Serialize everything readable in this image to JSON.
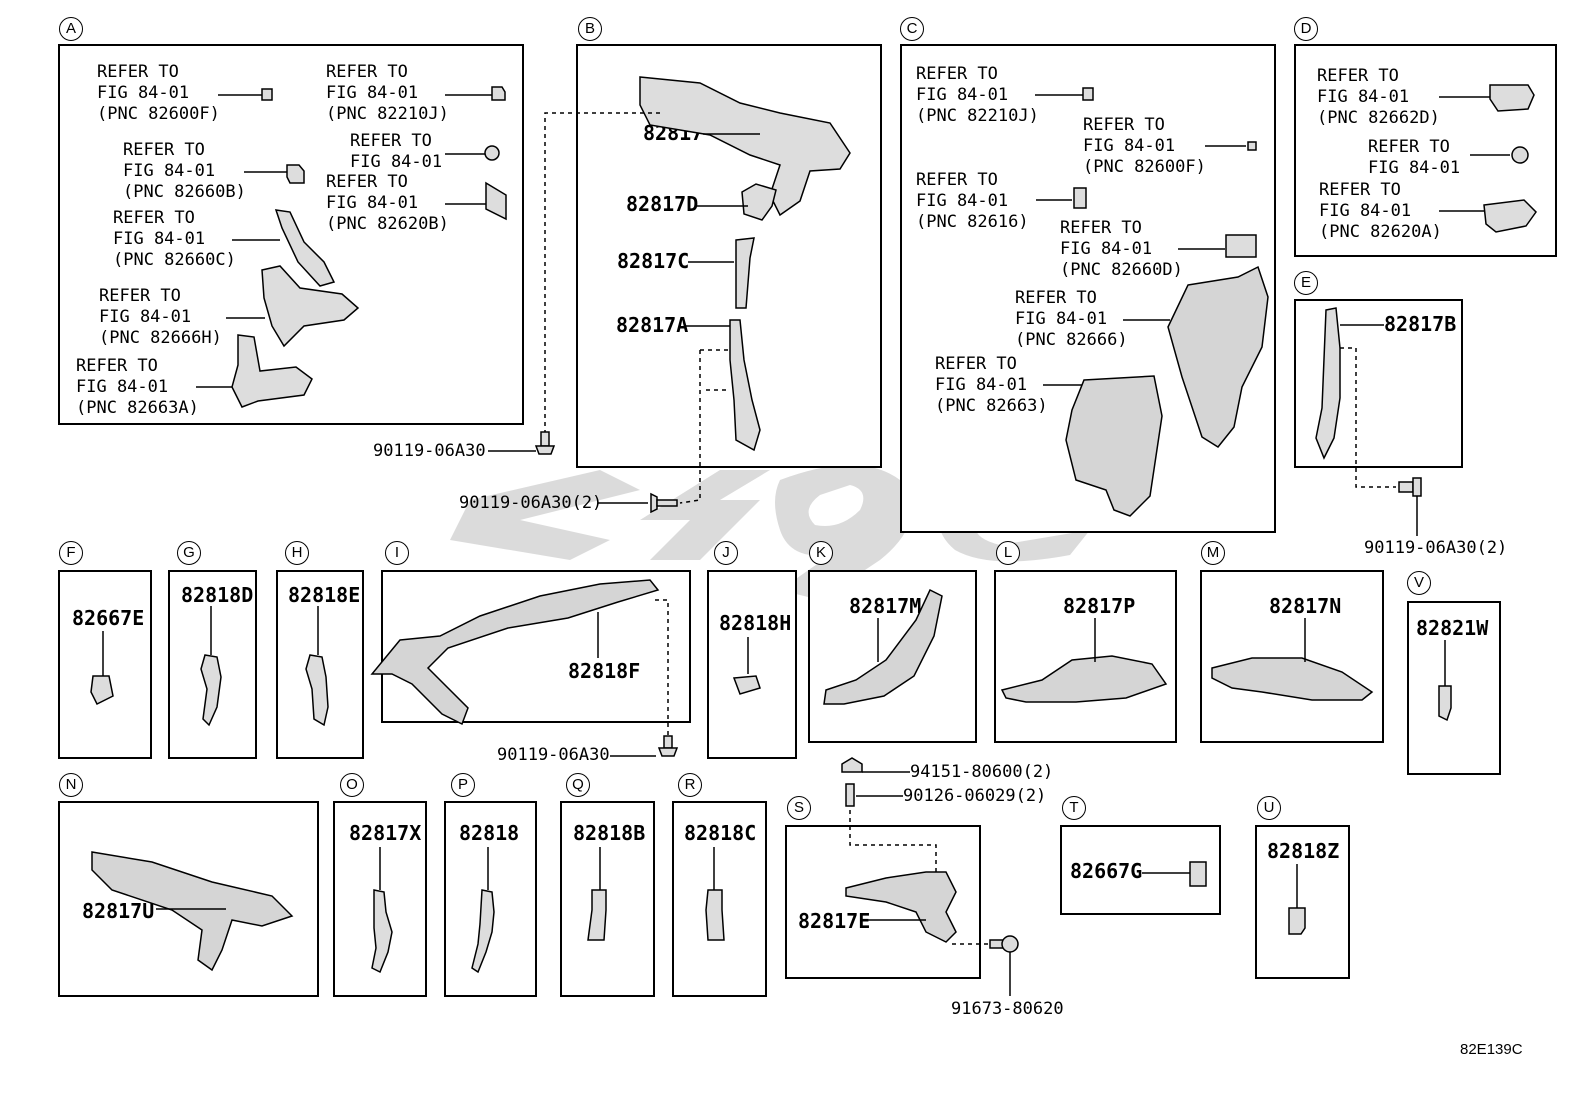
{
  "refer": {
    "l1": "REFER TO",
    "l2": "FIG 84-01"
  },
  "sections": {
    "A": "A",
    "B": "B",
    "C": "C",
    "D": "D",
    "E": "E",
    "F": "F",
    "G": "G",
    "H": "H",
    "I": "I",
    "J": "J",
    "K": "K",
    "L": "L",
    "M": "M",
    "N": "N",
    "O": "O",
    "P": "P",
    "Q": "Q",
    "R": "R",
    "S": "S",
    "T": "T",
    "U": "U",
    "V": "V"
  },
  "a_pnc": [
    "(PNC 82600F)",
    "(PNC 82210J)",
    "(PNC 82660B)",
    "(PNC 82620B)",
    "(PNC 82660C)",
    "(PNC 82666H)",
    "(PNC 82663A)"
  ],
  "c_pnc": [
    "(PNC 82210J)",
    "(PNC 82600F)",
    "(PNC 82616)",
    "(PNC 82660D)",
    "(PNC 82666)",
    "(PNC 82663)"
  ],
  "d_pnc": [
    "(PNC 82662D)",
    "(PNC 82620A)"
  ],
  "parts": {
    "p82817": "82817",
    "p82817D": "82817D",
    "p82817C": "82817C",
    "p82817A": "82817A",
    "p82817B": "82817B",
    "p82667E": "82667E",
    "p82818D": "82818D",
    "p82818E": "82818E",
    "p82818F": "82818F",
    "p82818H": "82818H",
    "p82817M": "82817M",
    "p82817P": "82817P",
    "p82817N": "82817N",
    "p82821W": "82821W",
    "p82817U": "82817U",
    "p82817X": "82817X",
    "p82818": "82818",
    "p82818B": "82818B",
    "p82818C": "82818C",
    "p82817E": "82817E",
    "p82667G": "82667G",
    "p82818Z": "82818Z"
  },
  "fasteners": {
    "f1": "90119-06A30",
    "f2": "90119-06A30(2)",
    "f3": "90119-06A30(2)",
    "f4": "90119-06A30",
    "f5": "94151-80600(2)",
    "f6": "90126-06029(2)",
    "f7": "91673-80620"
  },
  "diagram_code": "82E139C",
  "colors": {
    "line": "#000000",
    "watermark": "#c8c8c8"
  }
}
